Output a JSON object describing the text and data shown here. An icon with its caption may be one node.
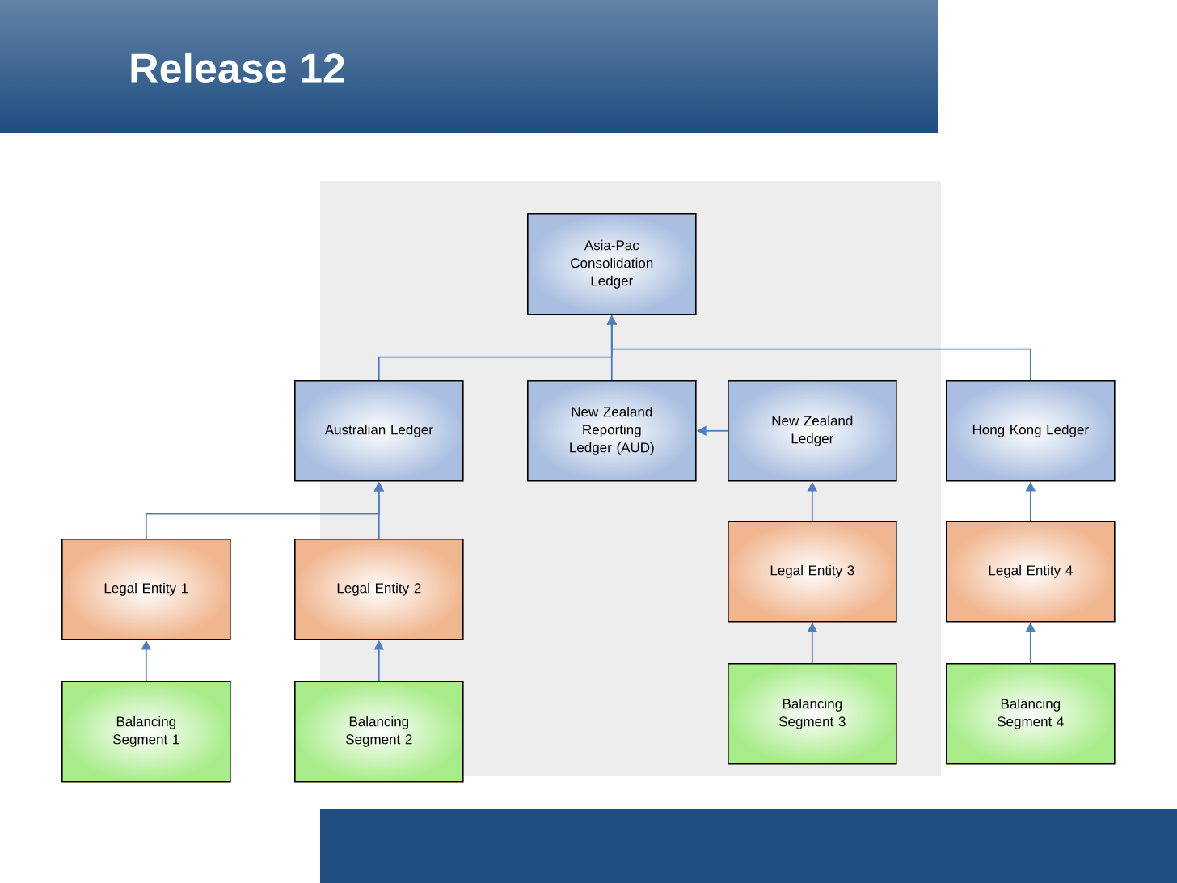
{
  "diagram": {
    "title": "Release 12",
    "nodes": [
      {
        "text": [
          "Asia-Pac Consolidation Ledger"
        ]
      },
      {
        "text": [
          "Australian Ledger"
        ]
      },
      {
        "text": [
          "New Zealand Reporting Ledger (AUD)"
        ]
      },
      {
        "text": [
          "New Zealand Ledger"
        ]
      },
      {
        "text": [
          "Hong Kong Ledger"
        ]
      },
      {
        "text": [
          "Legal Entity 1"
        ]
      },
      {
        "text": [
          "Legal Entity 2"
        ]
      },
      {
        "text": [
          "Legal Entity 3"
        ]
      },
      {
        "text": [
          "Legal Entity 4"
        ]
      },
      {
        "text": [
          "Balancing Segment 1"
        ]
      },
      {
        "text": [
          "Balancing Segment 2"
        ]
      },
      {
        "text": [
          "Balancing Segment 3"
        ]
      },
      {
        "text": [
          "Balancing Segment 4"
        ]
      }
    ],
    "edges": [
      {
        "from": 1,
        "to": 0,
        "arrow": "to"
      },
      {
        "from": 2,
        "to": 0,
        "arrow": "to"
      },
      {
        "from": 4,
        "to": 0,
        "arrow": "to"
      },
      {
        "from": 3,
        "to": 2,
        "arrow": "to"
      },
      {
        "from": 5,
        "to": 1,
        "arrow": "to"
      },
      {
        "from": 6,
        "to": 1,
        "arrow": "to"
      },
      {
        "from": 7,
        "to": 3,
        "arrow": "to"
      },
      {
        "from": 8,
        "to": 4,
        "arrow": "to"
      },
      {
        "from": 9,
        "to": 5,
        "arrow": "to"
      },
      {
        "from": 10,
        "to": 6,
        "arrow": "to"
      },
      {
        "from": 11,
        "to": 7,
        "arrow": "to"
      },
      {
        "from": 12,
        "to": 8,
        "arrow": "to"
      }
    ]
  }
}
